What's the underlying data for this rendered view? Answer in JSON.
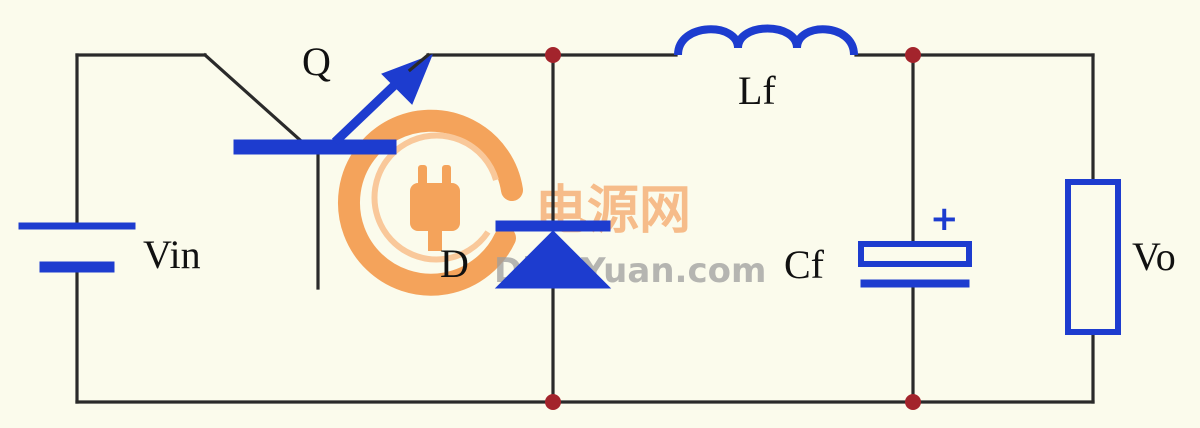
{
  "components": {
    "transistor": "Q",
    "diode": "D",
    "inductor": "Lf",
    "capacitor": "Cf",
    "source": "Vin",
    "output": "Vo",
    "polarity": "+"
  },
  "watermark": {
    "brand_cn": "电源网",
    "brand_en": "DianYuan.com"
  },
  "colors": {
    "wire": "#2a2a2a",
    "component": "#1d3ccf",
    "node": "#a3242c",
    "background": "#fbfbec",
    "watermark": "#f6b27a"
  }
}
